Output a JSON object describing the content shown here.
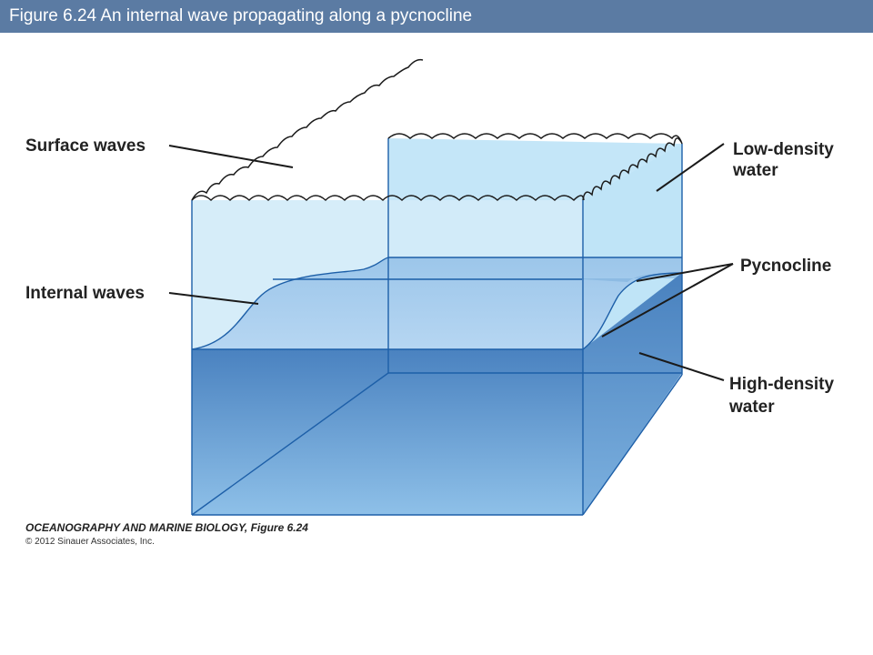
{
  "figure": {
    "title": "Figure 6.24  An internal wave propagating along a pycnocline"
  },
  "labels": {
    "surface_waves": "Surface waves",
    "internal_waves": "Internal waves",
    "low_density_line1": "Low-density",
    "low_density_line2": "water",
    "pycnocline": "Pycnocline",
    "high_density_line1": "High-density",
    "high_density_line2": "water"
  },
  "credit": {
    "book": "OCEANOGRAPHY AND MARINE BIOLOGY, Figure 6.24",
    "copyright": "© 2012 Sinauer Associates, Inc."
  },
  "colors": {
    "title_bar": "#5b7ba3",
    "low_density_water": "#cfeaf8",
    "high_density_water": "#4f86c2",
    "outline": "#1d5fa8",
    "wave_line": "#1a1a1a"
  }
}
